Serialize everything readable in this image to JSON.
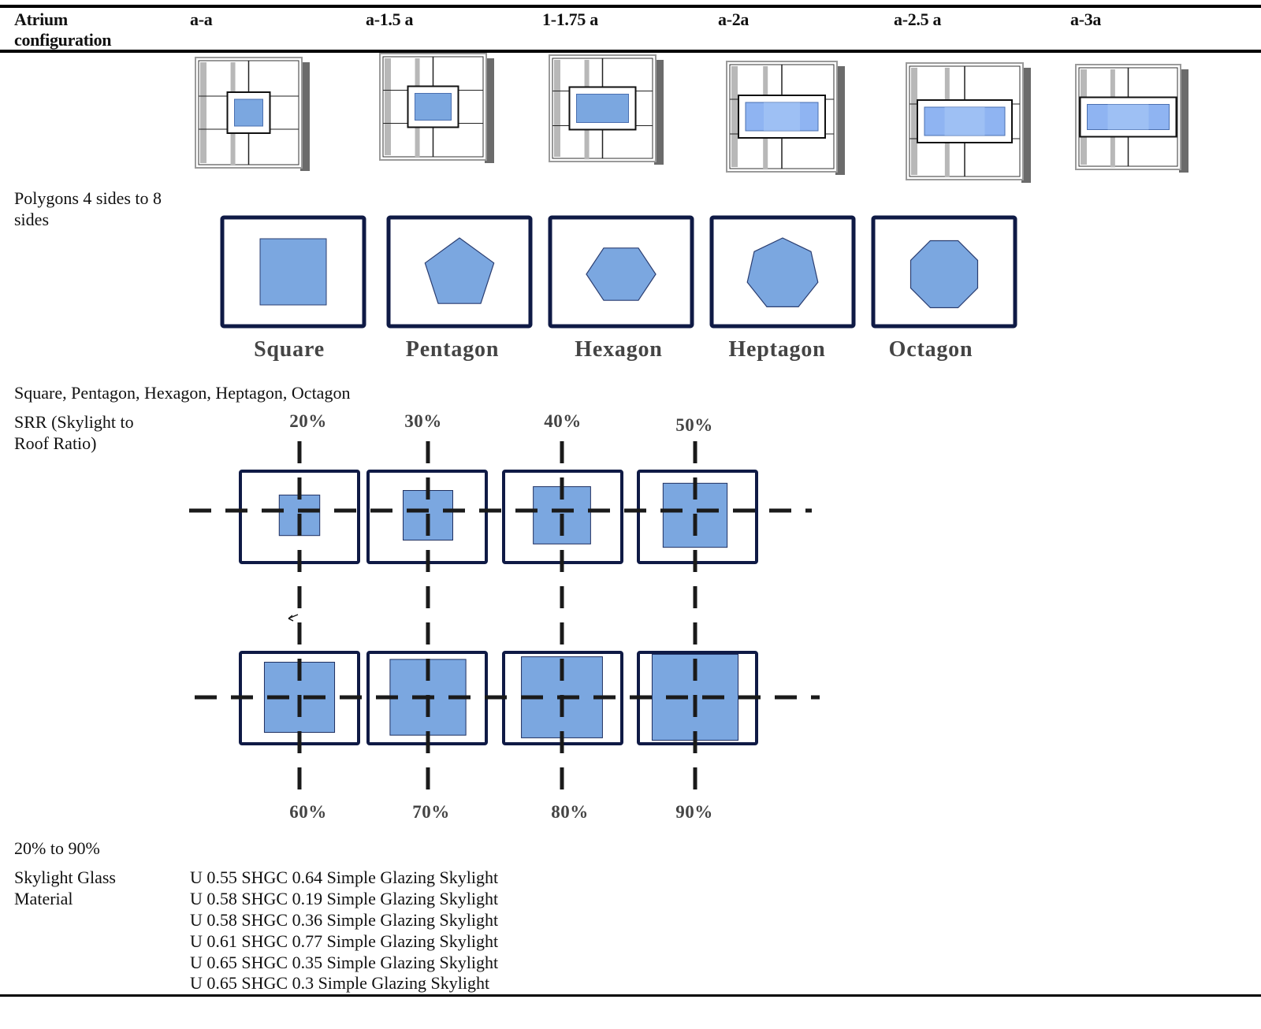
{
  "table": {
    "header": {
      "row_label": "Atrium configuration",
      "columns": [
        "a-a",
        "a-1.5 a",
        "1-1.75 a",
        "a-2a",
        "a-2.5 a",
        "a-3a"
      ]
    },
    "rows": {
      "polygons": {
        "label": "Polygons 4 sides to 8 sides",
        "shapes": [
          {
            "name": "Square",
            "sides": 4
          },
          {
            "name": "Pentagon",
            "sides": 5
          },
          {
            "name": "Hexagon",
            "sides": 6
          },
          {
            "name": "Heptagon",
            "sides": 7
          },
          {
            "name": "Octagon",
            "sides": 8
          }
        ],
        "summary": "Square, Pentagon, Hexagon, Heptagon, Octagon"
      },
      "srr": {
        "label": "SRR (Skylight to Roof Ratio)",
        "top_row": [
          {
            "label": "20%",
            "ratio": 0.2
          },
          {
            "label": "30%",
            "ratio": 0.3
          },
          {
            "label": "40%",
            "ratio": 0.4
          },
          {
            "label": "50%",
            "ratio": 0.5
          }
        ],
        "bottom_row": [
          {
            "label": "60%",
            "ratio": 0.6
          },
          {
            "label": "70%",
            "ratio": 0.7
          },
          {
            "label": "80%",
            "ratio": 0.8
          },
          {
            "label": "90%",
            "ratio": 0.9
          }
        ],
        "summary": "20% to 90%"
      },
      "material": {
        "label": "Skylight Glass Material",
        "items": [
          "U 0.55 SHGC 0.64 Simple Glazing Skylight",
          "U 0.58 SHGC 0.19 Simple Glazing Skylight",
          "U 0.58 SHGC 0.36 Simple Glazing Skylight",
          "U 0.61 SHGC 0.77 Simple Glazing Skylight",
          "U 0.65 SHGC 0.35 Simple Glazing Skylight",
          "U 0.65 SHGC 0.3 Simple Glazing Skylight"
        ]
      }
    }
  },
  "colors": {
    "frame": "#0f1a45",
    "skylight": "#7ba7e0",
    "skylight_light": "#a9c8f5",
    "axis": "#1a1a1a",
    "label_gray": "#444444"
  }
}
